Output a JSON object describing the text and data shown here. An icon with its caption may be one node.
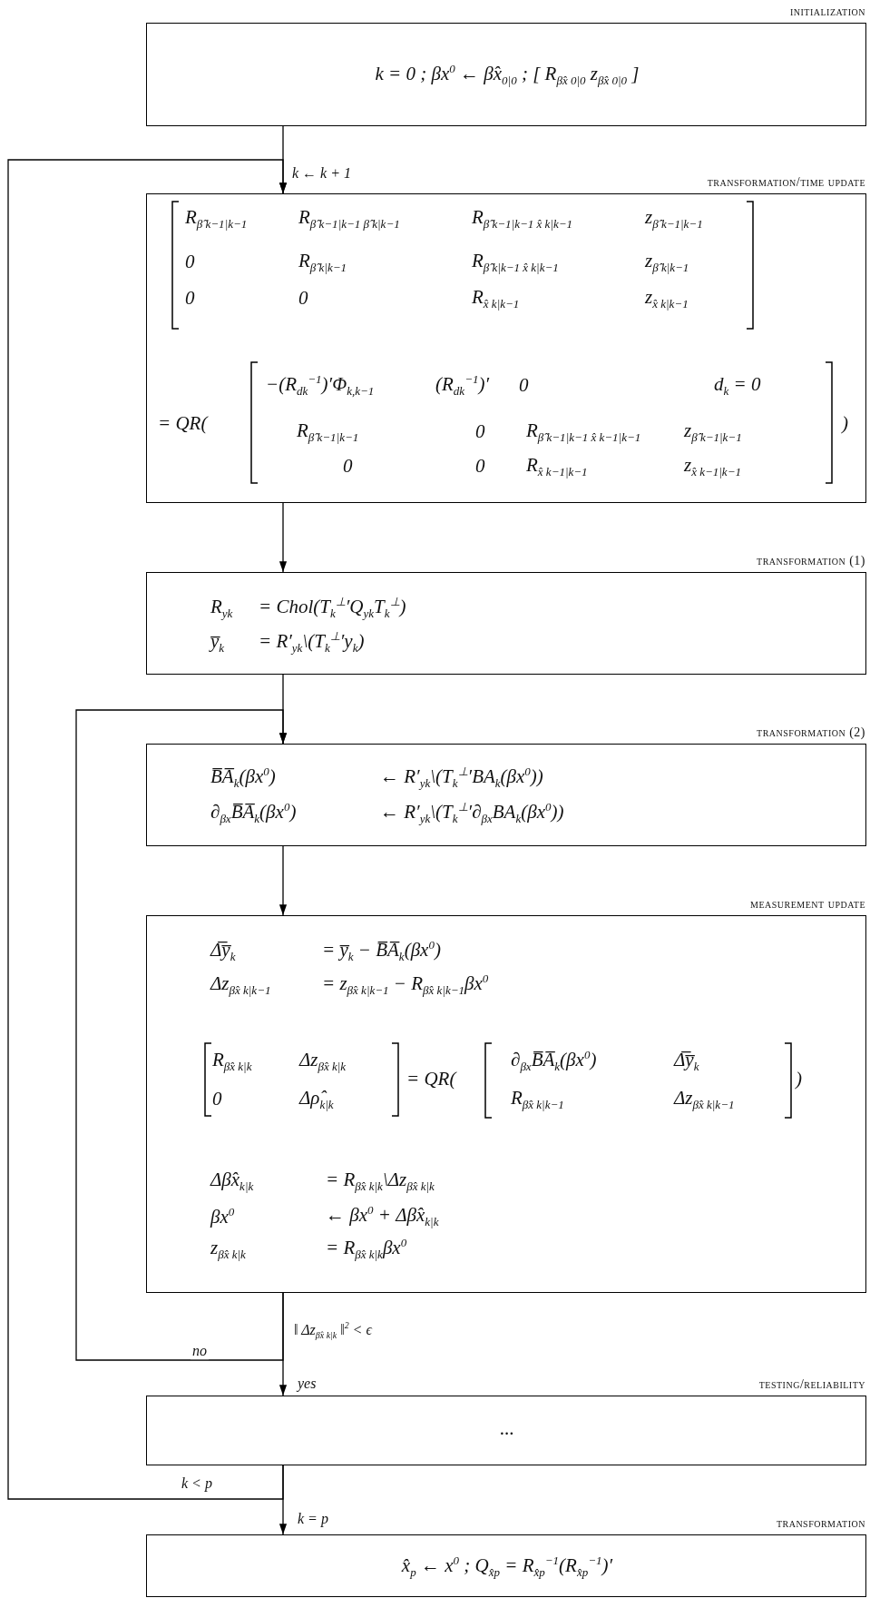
{
  "diagram": {
    "nodes": [
      {
        "text": [
          "initialization",
          "k = 0 ; βx$^{0}$ ← β̂x$_{0|0}$  ;  [ R$_{β̂x 0|0}$ z$_{β̂x 0|0}$ ]"
        ]
      },
      {
        "text": [
          "transformation/time update",
          "R$_{β̂ k−1|k−1}$",
          "R$_{β̂ k−1|k−1 β̂ k|k−1}$",
          "R$_{β̂ k−1|k−1 x̂ k|k−1}$",
          "z$_{β̂ k−1|k−1}$",
          "0",
          "R$_{β̂ k|k−1}$",
          "R$_{β̂ k|k−1 x̂ k|k−1}$",
          "z$_{β̂ k|k−1}$",
          "0",
          "0",
          "R$_{x̂ k|k−1}$",
          "z$_{x̂ k|k−1}$",
          "= QR(",
          "−(R$_{dk}$$^{−1}$)′Φ$_{k,k−1}$",
          "(R$_{dk}$$^{−1}$)′",
          "0",
          "d$_{k}$ = 0",
          "R$_{β̂ k−1|k−1}$",
          "0",
          "R$_{β̂ k−1|k−1 x̂ k−1|k−1}$",
          "z$_{β̂ k−1|k−1}$",
          "0",
          "0",
          "R$_{x̂ k−1|k−1}$",
          "z$_{x̂ k−1|k−1}$",
          ")"
        ]
      },
      {
        "text": [
          "transformation (1)",
          "R$_{yk}$",
          "= Chol(T$_{k}$$^{⊥}$′Q$_{yk}$T$_{k}$$^{⊥}$)",
          "y̅$_{k}$",
          "= R′$_{yk}$\\(T$_{k}$$^{⊥}$′y$_{k}$)"
        ]
      },
      {
        "text": [
          "transformation (2)",
          "B̅A̅$_{k}$(βx$^{0}$)",
          "← R′$_{yk}$\\(T$_{k}$$^{⊥}$′BA$_{k}$(βx$^{0}$))",
          "∂$_{βx}$B̅A̅$_{k}$(βx$^{0}$)",
          "← R′$_{yk}$\\(T$_{k}$$^{⊥}$′∂$_{βx}$BA$_{k}$(βx$^{0}$))"
        ]
      },
      {
        "text": [
          "measurement update",
          "Δ̅y̅$_{k}$",
          "= y̅$_{k}$ − B̅A̅$_{k}$(βx$^{0}$)",
          "Δz$_{β̂x k|k−1}$",
          "= z$_{β̂x k|k−1}$ − R$_{β̂x k|k−1}$βx$^{0}$",
          "R$_{β̂x k|k}$",
          "Δz$_{β̂x k|k}$",
          "0",
          "Δρ̂$_{k|k}$",
          "= QR(",
          "∂$_{βx}$B̅A̅$_{k}$(βx$^{0}$)",
          "Δ̅y̅$_{k}$",
          "R$_{β̂x k|k−1}$",
          "Δz$_{β̂x k|k−1}$",
          ")",
          "Δβ̂x$_{k|k}$",
          "= R$_{β̂x k|k}$\\Δz$_{β̂x k|k}$",
          "βx$^{0}$",
          "← βx$^{0}$ + Δβ̂x$_{k|k}$",
          "z$_{β̂x k|k}$",
          "= R$_{β̂x k|k}$βx$^{0}$"
        ]
      },
      {
        "text": [
          "testing/reliability",
          "..."
        ]
      },
      {
        "text": [
          "transformation",
          "x̂$_{p}$ ← x$^{0}$ ; Q$_{x̂p}$ = R$_{x̂p}$$^{−1}$(R$_{x̂p}$$^{−1}$)′"
        ]
      }
    ],
    "edges": [
      {
        "from": 0,
        "to": 1,
        "arrow": "to",
        "label": "k ← k + 1"
      },
      {
        "from": 1,
        "to": 2,
        "arrow": "to"
      },
      {
        "from": 2,
        "to": 3,
        "arrow": "to"
      },
      {
        "from": 3,
        "to": 4,
        "arrow": "to"
      },
      {
        "from": 4,
        "to": 5,
        "arrow": "to",
        "label": "yes"
      },
      {
        "from": 4,
        "to": 3,
        "arrow": "to",
        "label": "no"
      },
      {
        "from": 5,
        "to": 1,
        "arrow": "to",
        "label": "k < p"
      },
      {
        "from": 5,
        "to": 6,
        "arrow": "to",
        "label": "k = p"
      }
    ],
    "labels": [
      "‖ Δz$_{β̂x k|k}$ ‖$^{2}$ < ϵ"
    ]
  }
}
